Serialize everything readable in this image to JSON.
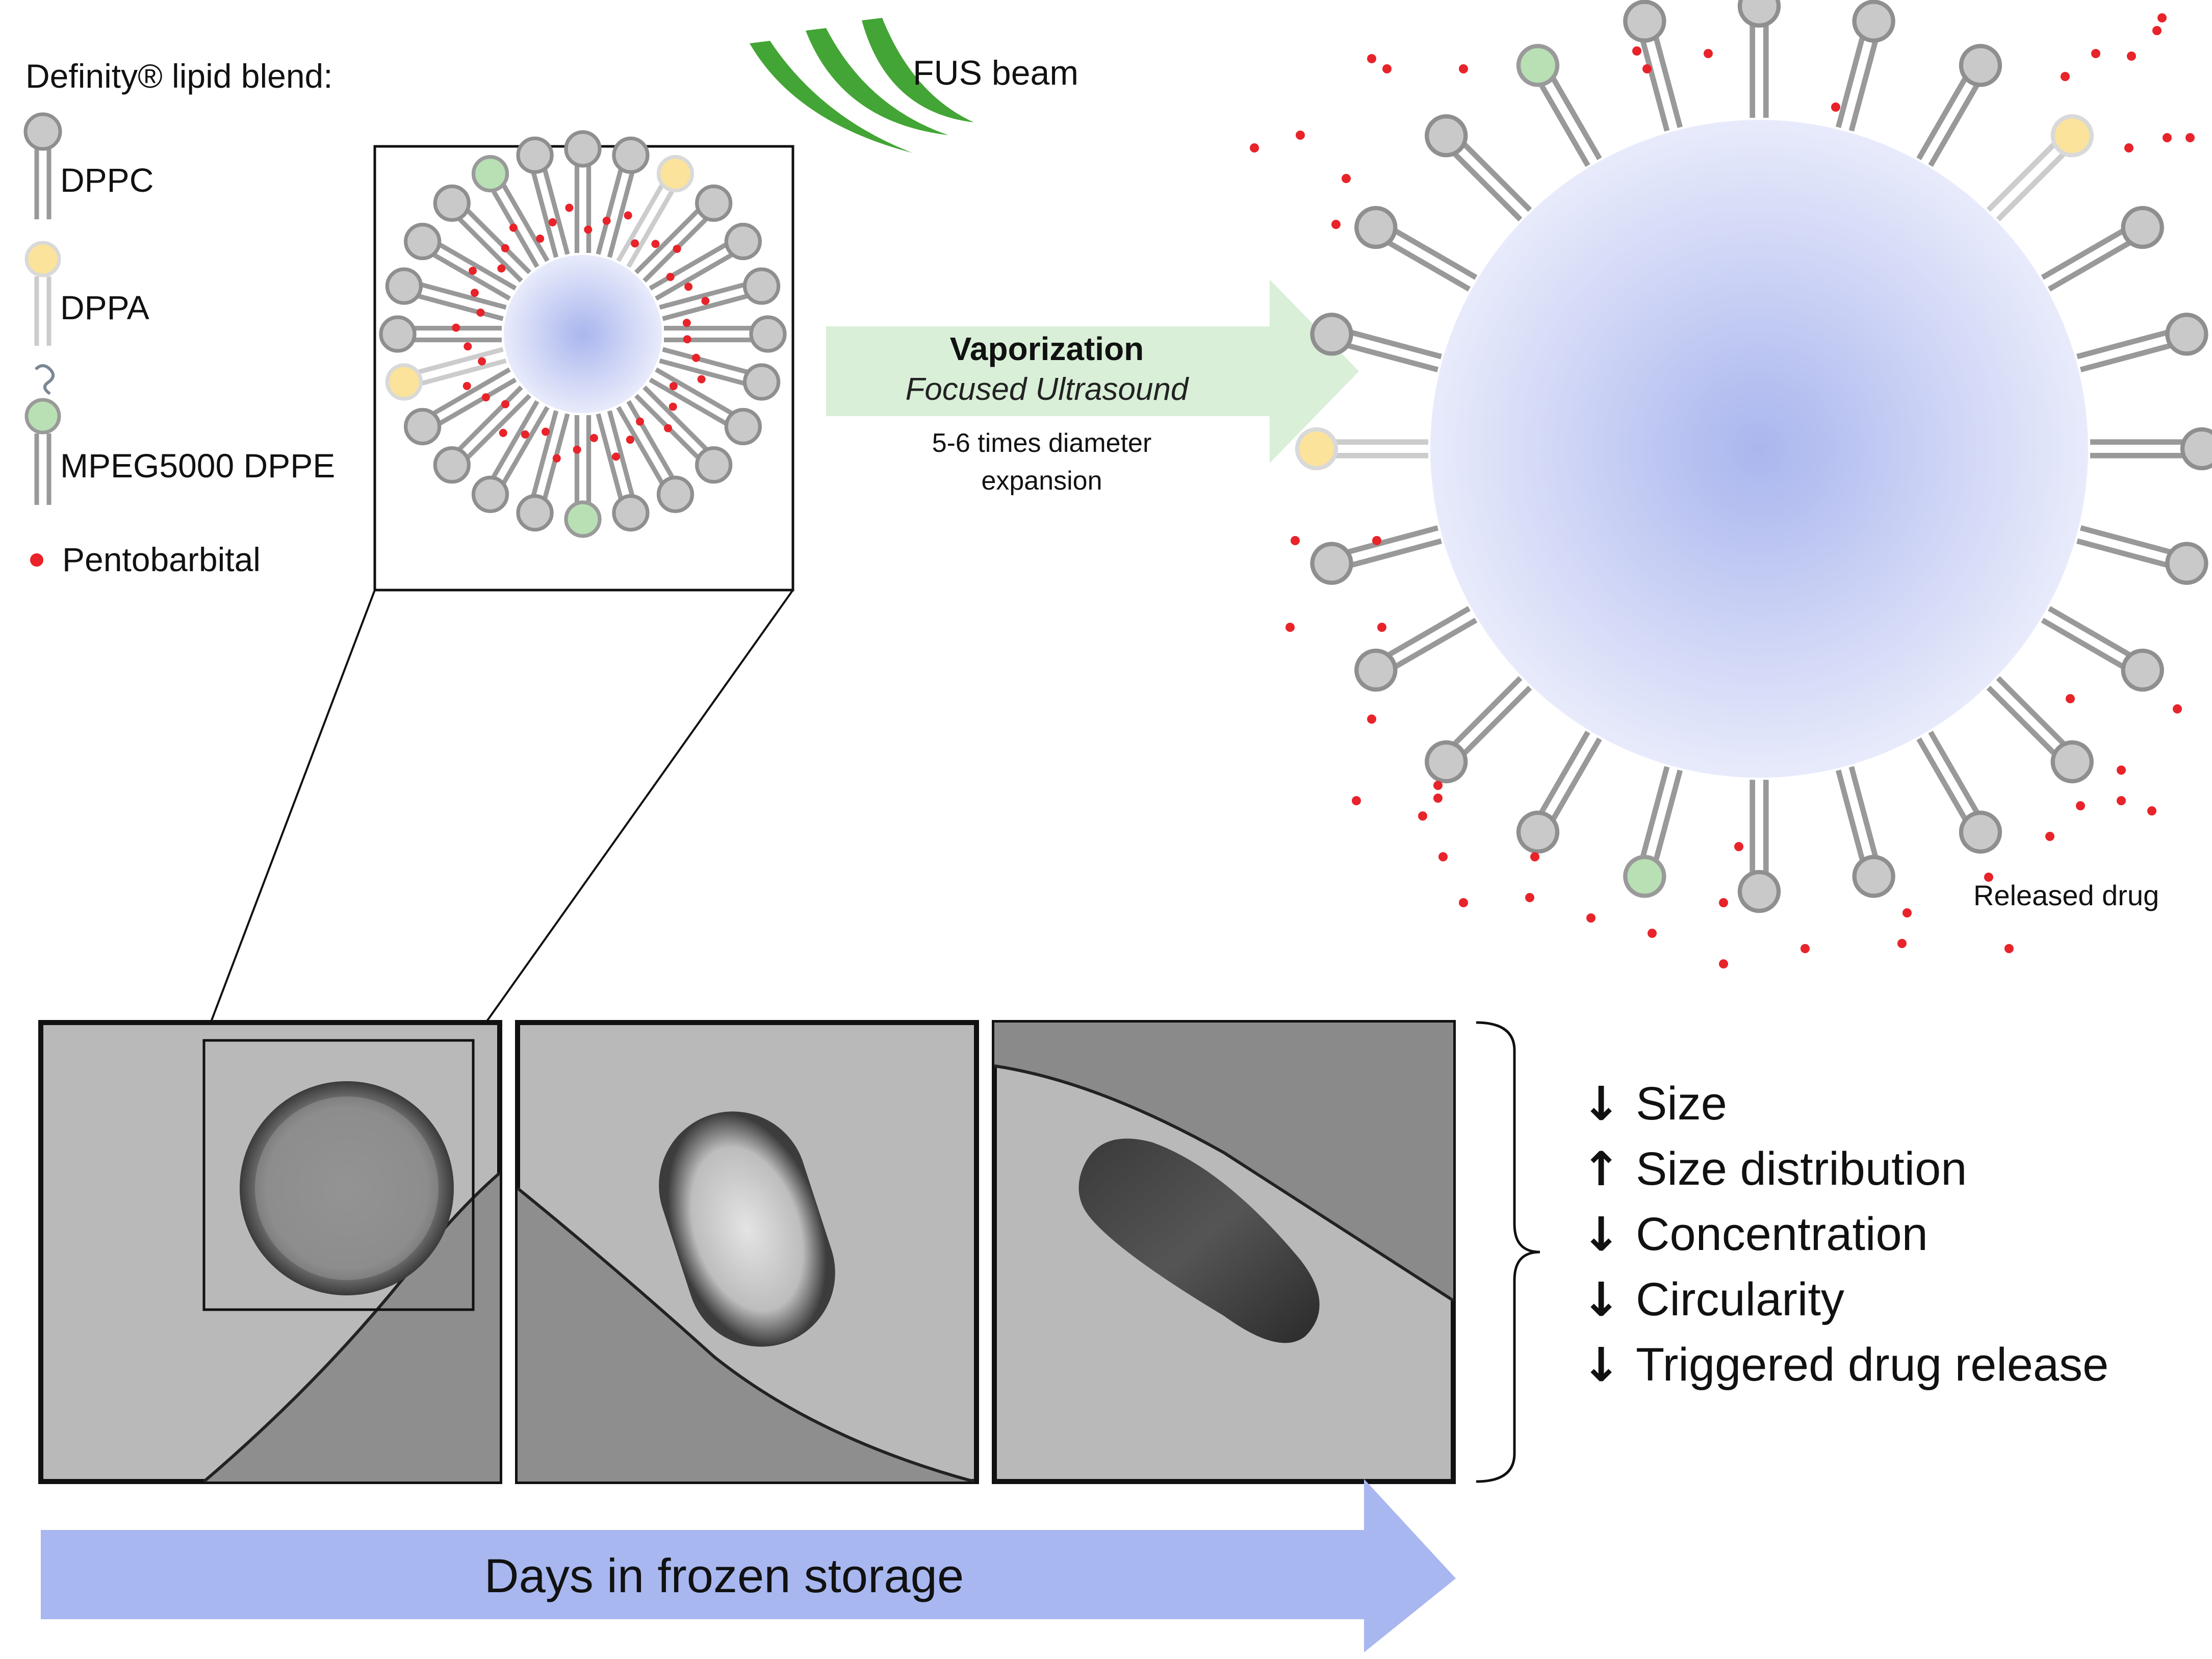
{
  "legend": {
    "title": "Definity® lipid blend:",
    "items": [
      {
        "label": "DPPC",
        "color": "#c9c9c9"
      },
      {
        "label": "DPPA",
        "color": "#fbe39b"
      },
      {
        "label": "MPEG5000 DPPE",
        "color": "#b8e0b4"
      },
      {
        "label": "Pentobarbital",
        "color": "#e8232a"
      }
    ]
  },
  "beam": {
    "label": "FUS beam",
    "color": "#43a535"
  },
  "process": {
    "title": "Vaporization",
    "subtitle": "Focused Ultrasound",
    "note_line1": "5-6 times diameter",
    "note_line2": "expansion"
  },
  "released": {
    "label": "Released drug"
  },
  "micrographs": {
    "count": 3
  },
  "outcomes": [
    {
      "arrow": "↓",
      "label": "Size"
    },
    {
      "arrow": "↑",
      "label": "Size distribution"
    },
    {
      "arrow": "↓",
      "label": "Concentration"
    },
    {
      "arrow": "↓",
      "label": "Circularity"
    },
    {
      "arrow": "↓",
      "label": "Triggered drug release"
    }
  ],
  "timeline": {
    "label": "Days in frozen storage",
    "color": "#a8b7ef"
  },
  "colors": {
    "core": "#b4bff0",
    "tail": "#9a9a9a",
    "arrow_green": "#d9efd8"
  }
}
